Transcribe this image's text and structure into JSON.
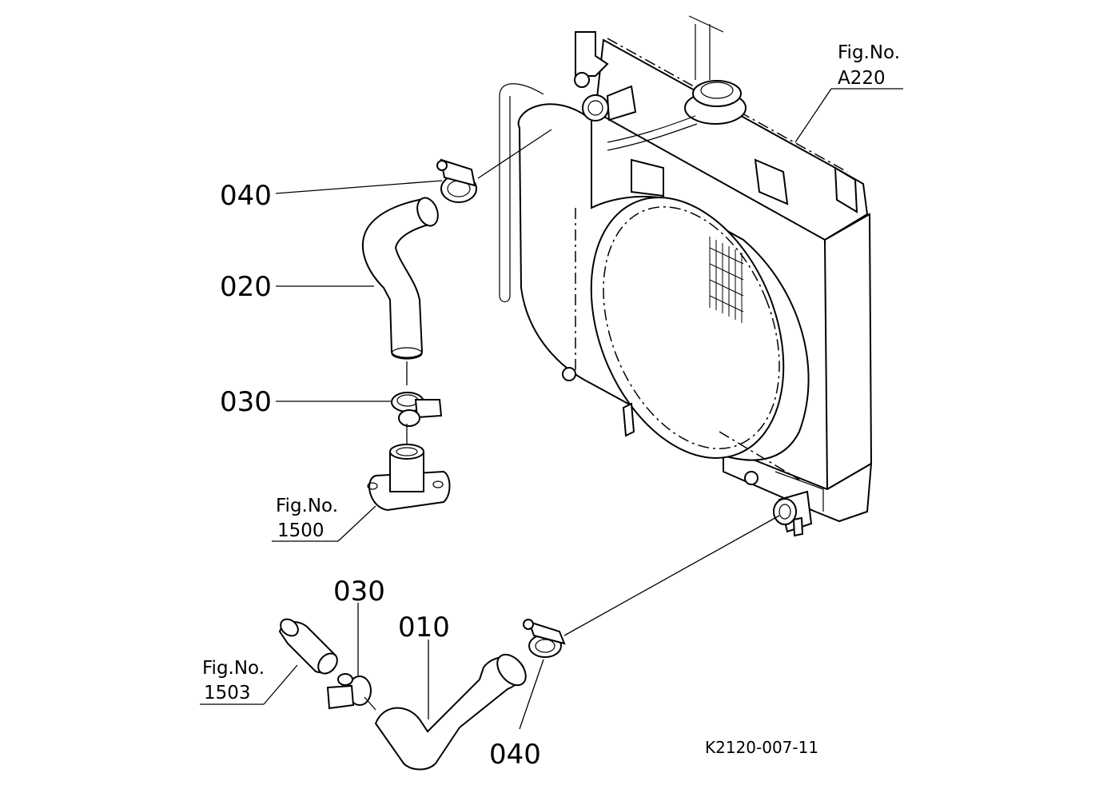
{
  "labels": {
    "top_clamp": "040",
    "upper_hose": "020",
    "upper_small_clamp": "030",
    "lower_small_clamp": "030",
    "lower_hose": "010",
    "bottom_clamp": "040"
  },
  "figure_refs": {
    "radiator": {
      "line1": "Fig.No.",
      "line2": "A220"
    },
    "water_flange": {
      "line1": "Fig.No.",
      "line2": "1500"
    },
    "water_pipe": {
      "line1": "Fig.No.",
      "line2": "1503"
    }
  },
  "drawing_code": "K2120-007-11"
}
